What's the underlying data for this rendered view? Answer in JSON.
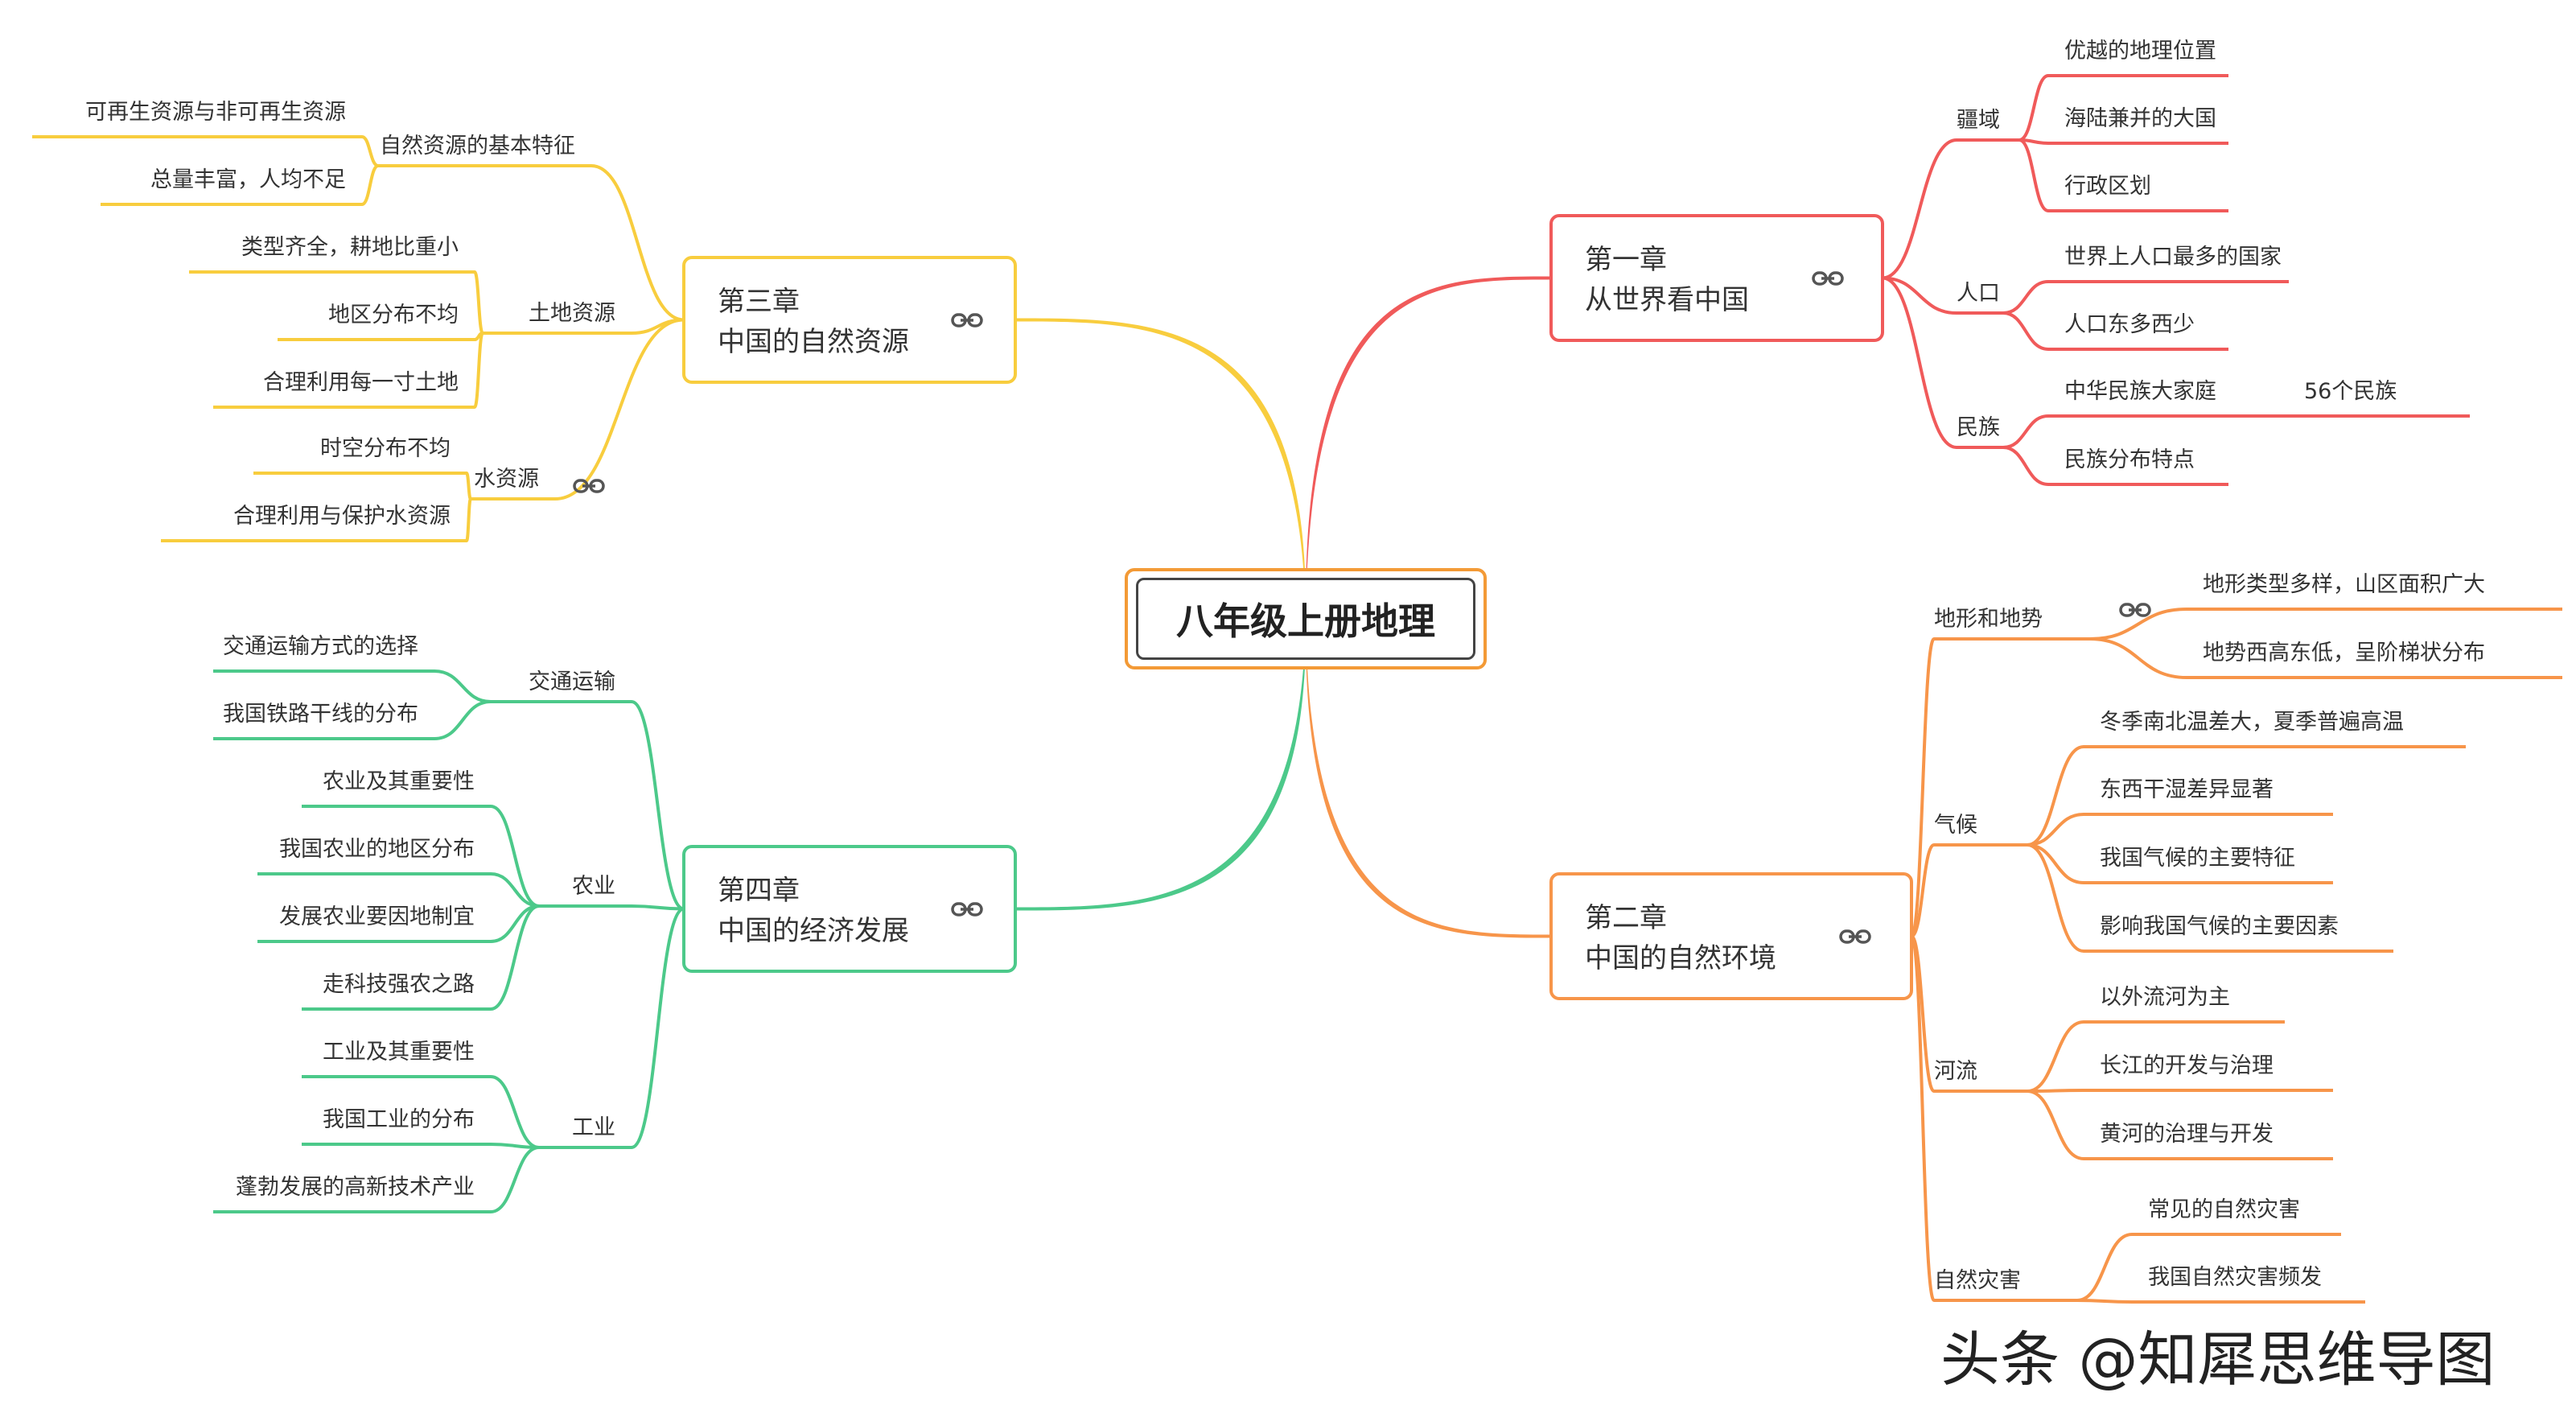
{
  "root": {
    "title": "八年级上册地理"
  },
  "chapters": {
    "ch1": {
      "line1": "第一章",
      "line2": "从世界看中国",
      "color": "#f05a5a",
      "topics": [
        {
          "label": "疆域",
          "items": [
            "优越的地理位置",
            "海陆兼并的大国",
            "行政区划"
          ]
        },
        {
          "label": "人口",
          "items": [
            "世界上人口最多的国家",
            "人口东多西少"
          ]
        },
        {
          "label": "民族",
          "items": [
            "中华民族大家庭",
            "民族分布特点"
          ],
          "extra": "56个民族"
        }
      ]
    },
    "ch2": {
      "line1": "第二章",
      "line2": "中国的自然环境",
      "color": "#f7954a",
      "topics": [
        {
          "label": "地形和地势",
          "items": [
            "地形类型多样，山区面积广大",
            "地势西高东低，呈阶梯状分布"
          ]
        },
        {
          "label": "气候",
          "items": [
            "冬季南北温差大，夏季普遍高温",
            "东西干湿差异显著",
            "我国气候的主要特征",
            "影响我国气候的主要因素"
          ]
        },
        {
          "label": "河流",
          "items": [
            "以外流河为主",
            "长江的开发与治理",
            "黄河的治理与开发"
          ]
        },
        {
          "label": "自然灾害",
          "items": [
            "常见的自然灾害",
            "我国自然灾害频发"
          ]
        }
      ]
    },
    "ch3": {
      "line1": "第三章",
      "line2": "中国的自然资源",
      "color": "#f8cd3e",
      "topics": [
        {
          "label": "自然资源的基本特征",
          "items": [
            "可再生资源与非可再生资源",
            "总量丰富，人均不足"
          ]
        },
        {
          "label": "土地资源",
          "items": [
            "类型齐全，耕地比重小",
            "地区分布不均",
            "合理利用每一寸土地"
          ]
        },
        {
          "label": "水资源",
          "items": [
            "时空分布不均",
            "合理利用与保护水资源"
          ]
        }
      ]
    },
    "ch4": {
      "line1": "第四章",
      "line2": "中国的经济发展",
      "color": "#4cc98a",
      "topics": [
        {
          "label": "交通运输",
          "items": [
            "交通运输方式的选择",
            "我国铁路干线的分布"
          ]
        },
        {
          "label": "农业",
          "items": [
            "农业及其重要性",
            "我国农业的地区分布",
            "发展农业要因地制宜",
            "走科技强农之路"
          ]
        },
        {
          "label": "工业",
          "items": [
            "工业及其重要性",
            "我国工业的分布",
            "蓬勃发展的高新技术产业"
          ]
        }
      ]
    }
  },
  "watermark": "头条 @知犀思维导图",
  "icons": {
    "link": "link-icon"
  }
}
